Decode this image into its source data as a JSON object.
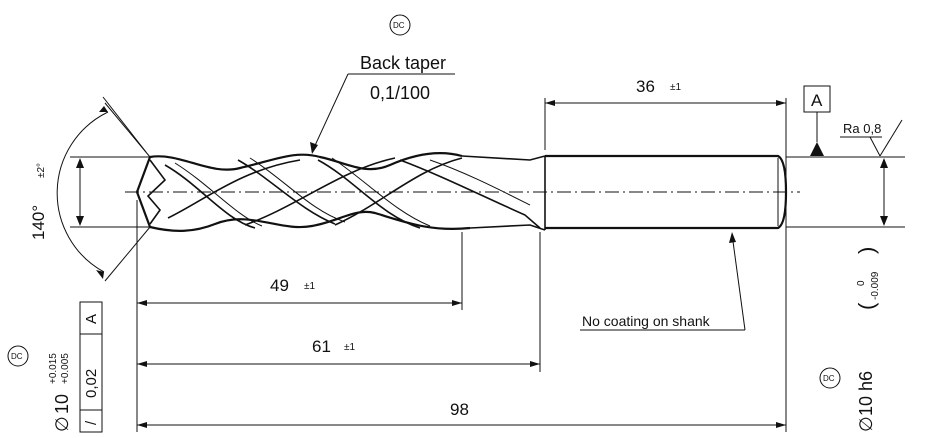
{
  "annotations": {
    "back_taper_label": "Back taper",
    "back_taper_value": "0,1/100",
    "shank_note": "No coating on shank",
    "roughness": "Ra 0,8",
    "datum": "A"
  },
  "dimensions": {
    "d36": "36",
    "d36_tol": "±1",
    "d49": "49",
    "d49_tol": "±1",
    "d61": "61",
    "d61_tol": "±1",
    "d98": "98",
    "angle": "140°",
    "angle_tol": "±2°"
  },
  "diameter_left": {
    "symbol": "∅",
    "value": "10",
    "tol_upper": "+0.015",
    "tol_lower": "+0.005",
    "frame_symbol": "/",
    "frame_value": "0,02",
    "frame_datum": "A"
  },
  "diameter_right": {
    "symbol": "∅",
    "value": "10 h6",
    "tol_upper": "0",
    "tol_lower": "-0.009"
  },
  "dc_marks": {
    "top": "DC",
    "left": "DC",
    "right": "DC"
  }
}
